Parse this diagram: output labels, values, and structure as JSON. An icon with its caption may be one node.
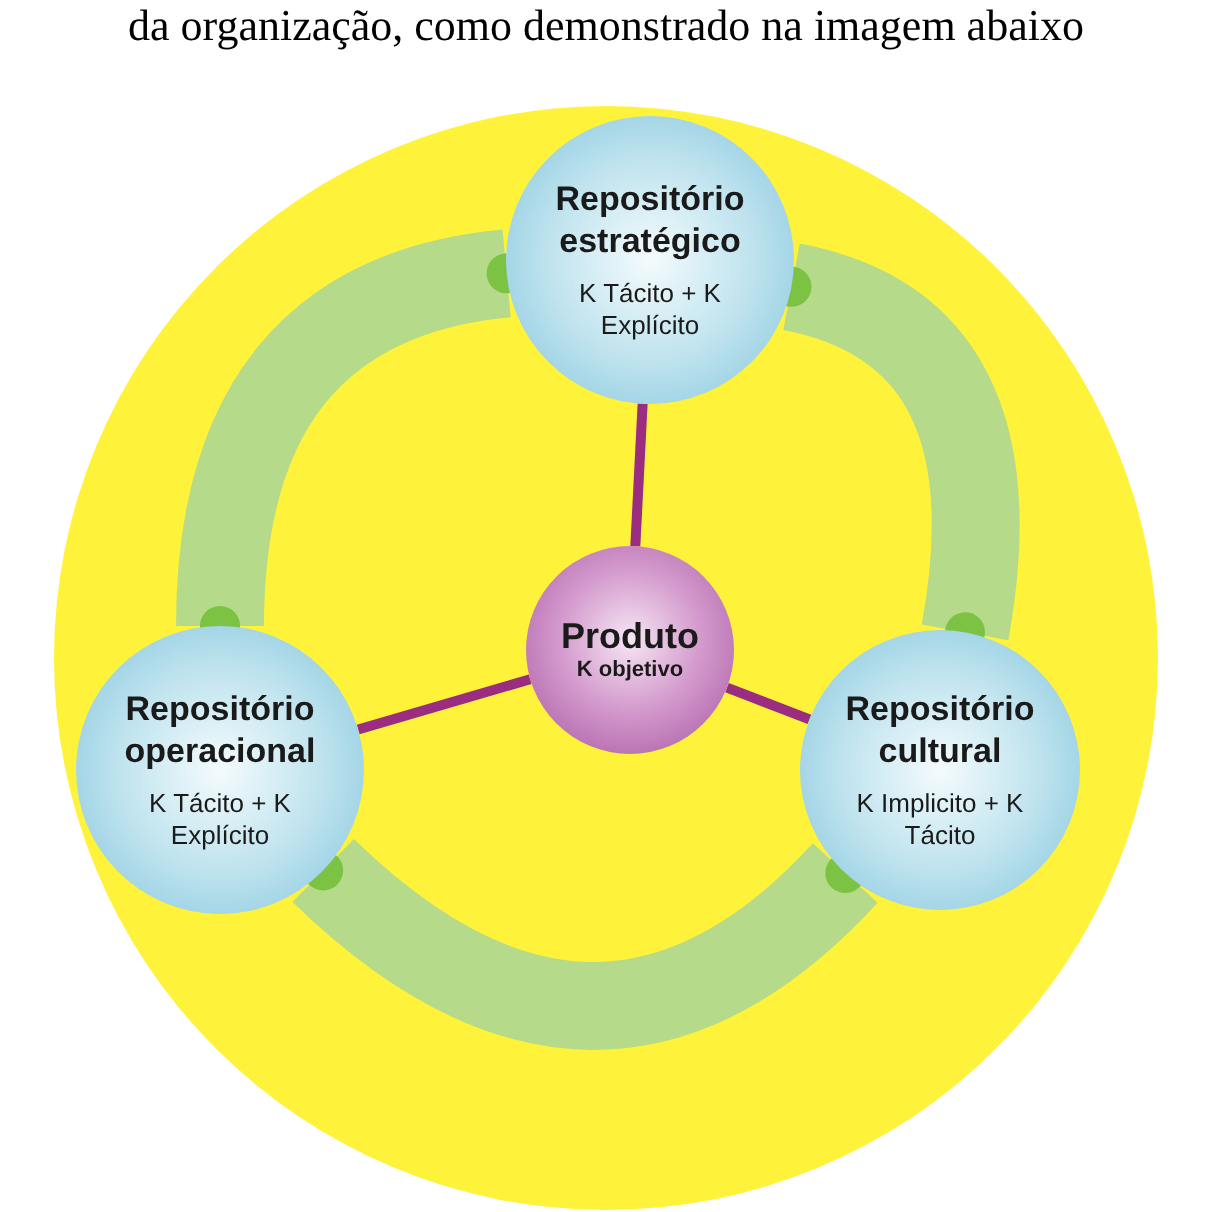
{
  "diagram": {
    "nodes": [
      {
        "text": [],
        "shape": "circle"
      },
      {
        "text": [
          "Repositório estratégico",
          "K Tácito + K Explícito"
        ],
        "in": 0
      },
      {
        "text": [
          "Produto",
          "K objetivo"
        ],
        "in": 0
      },
      {
        "text": [
          "Repositório operacional",
          "K Tácito + K Explícito"
        ],
        "in": 0
      },
      {
        "text": [
          "Repositório cultural",
          "K Implicito + K Tácito"
        ],
        "in": 0
      }
    ],
    "edges": [
      {
        "from": 2,
        "to": 1,
        "arrow": "none",
        "color": "#9b2d80"
      },
      {
        "from": 2,
        "to": 3,
        "arrow": "none",
        "color": "#9b2d80"
      },
      {
        "from": 2,
        "to": 4,
        "arrow": "none",
        "color": "#9b2d80"
      },
      {
        "from": 1,
        "to": 3,
        "arrow": "other",
        "style": "thick",
        "color": "#b5da8a"
      },
      {
        "from": 1,
        "to": 4,
        "arrow": "other",
        "style": "thick",
        "color": "#b5da8a"
      },
      {
        "from": 3,
        "to": 4,
        "arrow": "other",
        "style": "thick",
        "color": "#b5da8a"
      }
    ],
    "labels": [
      "da organização, como demonstrado na imagem abaixo"
    ]
  }
}
